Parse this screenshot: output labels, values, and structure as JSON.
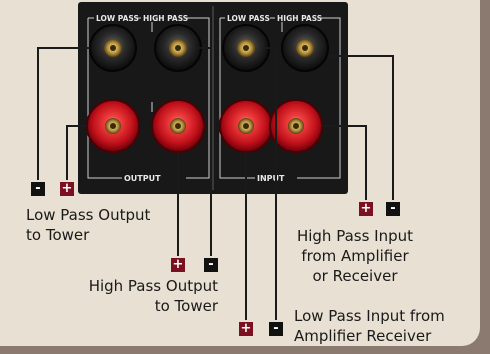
{
  "panel": {
    "group_left_low": "LOW PASS",
    "group_left_high": "HIGH PASS",
    "group_right_low": "LOW PASS",
    "group_right_high": "HIGH PASS",
    "output_label": "OUTPUT",
    "input_label": "INPUT"
  },
  "badges": {
    "plus": "+",
    "minus": "-"
  },
  "callouts": {
    "low_pass_output": [
      "Low Pass Output",
      "to Tower"
    ],
    "high_pass_output": [
      "High Pass Output",
      "to Tower"
    ],
    "high_pass_input": [
      "High Pass Input",
      "from Amplifier",
      "or Receiver"
    ],
    "low_pass_input": [
      "Low Pass Input from",
      "Amplifier Receiver"
    ]
  },
  "colors": {
    "background": "#e8e0d2",
    "panel": "#181818",
    "positive": "#7a1020",
    "negative": "#111111",
    "wire": "#1a1a1a",
    "red_post": "#d0101a",
    "black_post": "#1c1c1c"
  }
}
